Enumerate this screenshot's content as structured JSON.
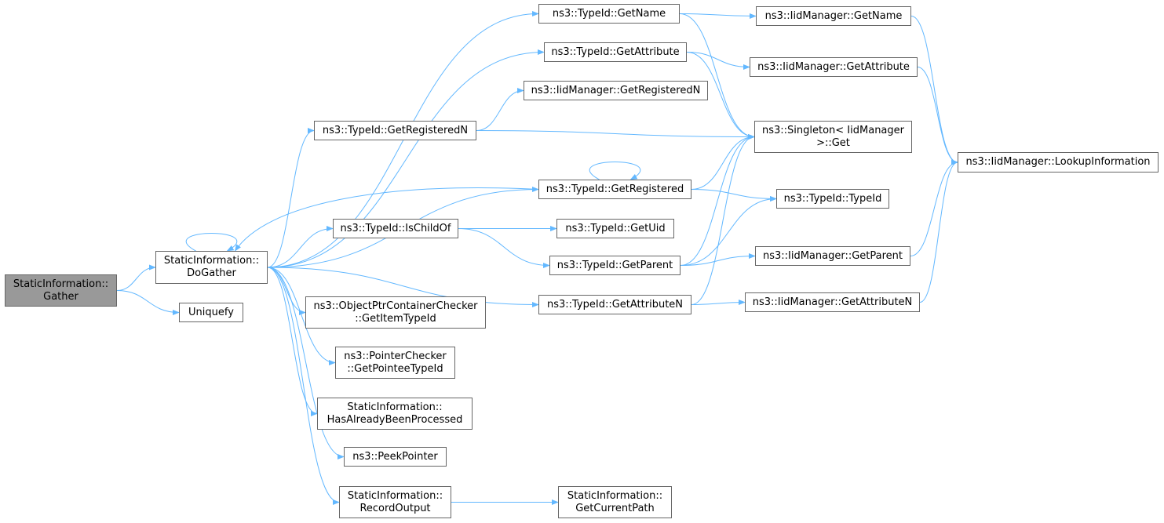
{
  "nodes": [
    {
      "id": "gather",
      "root": true,
      "lines": [
        "StaticInformation::",
        "Gather"
      ]
    },
    {
      "id": "dogather",
      "lines": [
        "StaticInformation::",
        "DoGather"
      ]
    },
    {
      "id": "uniquefy",
      "lines": [
        "Uniquefy"
      ]
    },
    {
      "id": "getname",
      "lines": [
        "ns3::TypeId::GetName"
      ]
    },
    {
      "id": "getattribute",
      "lines": [
        "ns3::TypeId::GetAttribute"
      ]
    },
    {
      "id": "iid_getregisteredn",
      "lines": [
        "ns3::IidManager::GetRegisteredN"
      ]
    },
    {
      "id": "getregisteredn",
      "lines": [
        "ns3::TypeId::GetRegisteredN"
      ]
    },
    {
      "id": "getregistered",
      "lines": [
        "ns3::TypeId::GetRegistered"
      ]
    },
    {
      "id": "ischildof",
      "lines": [
        "ns3::TypeId::IsChildOf"
      ]
    },
    {
      "id": "getuid",
      "lines": [
        "ns3::TypeId::GetUid"
      ]
    },
    {
      "id": "getparent",
      "lines": [
        "ns3::TypeId::GetParent"
      ]
    },
    {
      "id": "getattributen",
      "lines": [
        "ns3::TypeId::GetAttributeN"
      ]
    },
    {
      "id": "getitemtypeid",
      "lines": [
        "ns3::ObjectPtrContainerChecker",
        "::GetItemTypeId"
      ]
    },
    {
      "id": "getpointeetypeid",
      "lines": [
        "ns3::PointerChecker",
        "::GetPointeeTypeId"
      ]
    },
    {
      "id": "hasalready",
      "lines": [
        "StaticInformation::",
        "HasAlreadyBeenProcessed"
      ]
    },
    {
      "id": "peekpointer",
      "lines": [
        "ns3::PeekPointer"
      ]
    },
    {
      "id": "recordoutput",
      "lines": [
        "StaticInformation::",
        "RecordOutput"
      ]
    },
    {
      "id": "getcurrentpath",
      "lines": [
        "StaticInformation::",
        "GetCurrentPath"
      ]
    },
    {
      "id": "iid_getname",
      "lines": [
        "ns3::IidManager::GetName"
      ]
    },
    {
      "id": "iid_getattribute",
      "lines": [
        "ns3::IidManager::GetAttribute"
      ]
    },
    {
      "id": "singleton_get",
      "lines": [
        "ns3::Singleton< IidManager",
        " >::Get"
      ]
    },
    {
      "id": "typeid_ctor",
      "lines": [
        "ns3::TypeId::TypeId"
      ]
    },
    {
      "id": "iid_getparent",
      "lines": [
        "ns3::IidManager::GetParent"
      ]
    },
    {
      "id": "iid_getattributen",
      "lines": [
        "ns3::IidManager::GetAttributeN"
      ]
    },
    {
      "id": "lookupinformation",
      "lines": [
        "ns3::IidManager::LookupInformation"
      ]
    }
  ],
  "edges": [
    [
      "gather",
      "dogather"
    ],
    [
      "gather",
      "uniquefy"
    ],
    [
      "dogather",
      "dogather"
    ],
    [
      "dogather",
      "getname"
    ],
    [
      "dogather",
      "getattribute"
    ],
    [
      "dogather",
      "getregisteredn"
    ],
    [
      "dogather",
      "getregistered"
    ],
    [
      "dogather",
      "ischildof"
    ],
    [
      "dogather",
      "getattributen"
    ],
    [
      "dogather",
      "getitemtypeid"
    ],
    [
      "dogather",
      "getpointeetypeid"
    ],
    [
      "dogather",
      "hasalready"
    ],
    [
      "dogather",
      "peekpointer"
    ],
    [
      "dogather",
      "recordoutput"
    ],
    [
      "getregistered",
      "dogather"
    ],
    [
      "getregistered",
      "getregistered"
    ],
    [
      "getregistered",
      "singleton_get"
    ],
    [
      "getregistered",
      "typeid_ctor"
    ],
    [
      "getname",
      "iid_getname"
    ],
    [
      "getname",
      "singleton_get"
    ],
    [
      "getattribute",
      "iid_getattribute"
    ],
    [
      "getattribute",
      "singleton_get"
    ],
    [
      "getregisteredn",
      "iid_getregisteredn"
    ],
    [
      "getregisteredn",
      "singleton_get"
    ],
    [
      "ischildof",
      "getuid"
    ],
    [
      "ischildof",
      "getparent"
    ],
    [
      "getparent",
      "singleton_get"
    ],
    [
      "getparent",
      "typeid_ctor"
    ],
    [
      "getparent",
      "iid_getparent"
    ],
    [
      "getattributen",
      "singleton_get"
    ],
    [
      "getattributen",
      "iid_getattributen"
    ],
    [
      "recordoutput",
      "getcurrentpath"
    ],
    [
      "iid_getname",
      "lookupinformation"
    ],
    [
      "iid_getattribute",
      "lookupinformation"
    ],
    [
      "iid_getparent",
      "lookupinformation"
    ],
    [
      "iid_getattributen",
      "lookupinformation"
    ]
  ],
  "colors": {
    "edge": "#63b8ff",
    "node_border": "#666666",
    "root_fill": "#999999",
    "node_fill": "#ffffff"
  }
}
